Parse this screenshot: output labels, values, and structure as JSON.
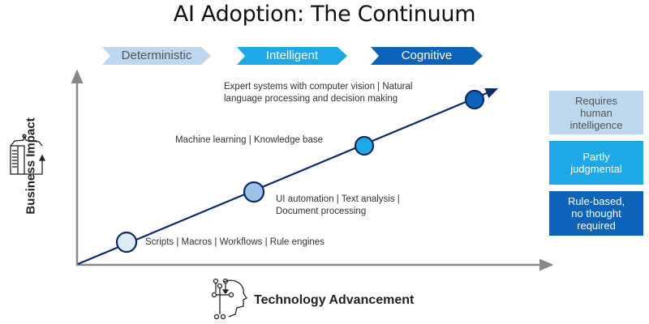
{
  "title": "AI Adoption: The Continuum",
  "stages": [
    {
      "label": "Deterministic",
      "bg": "#bdd7ee",
      "fg": "#555555"
    },
    {
      "label": "Intelligent",
      "bg": "#1fa8e6",
      "fg": "#ffffff"
    },
    {
      "label": "Cognitive",
      "bg": "#0d63b8",
      "fg": "#ffffff"
    }
  ],
  "axes": {
    "y_label": "Business Impact",
    "x_label": "Technology Advancement",
    "y_icon": "building-growth-icon",
    "x_icon": "brain-circuit-head-icon"
  },
  "milestones": [
    {
      "label": "Scripts | Macros | Workflows | Rule engines",
      "fill": "#deebf7"
    },
    {
      "label_line1": "UI automation | Text analysis |",
      "label_line2": "Document processing",
      "fill": "#9dc3e6"
    },
    {
      "label": "Machine learning | Knowledge base",
      "fill": "#1fa8e6"
    },
    {
      "label_line1": "Expert systems with computer vision | Natural",
      "label_line2": "language processing and decision making",
      "fill": "#0d63b8"
    }
  ],
  "legend": [
    {
      "line1": "Requires",
      "line2": "human",
      "line3": "intelligence",
      "bg": "#bdd7ee",
      "fg": "#555555"
    },
    {
      "line1": "Partly",
      "line2": "judgmental",
      "bg": "#1fa8e6",
      "fg": "#ffffff"
    },
    {
      "line1": "Rule-based,",
      "line2": "no thought",
      "line3": "required",
      "bg": "#0d63b8",
      "fg": "#ffffff"
    }
  ],
  "colors": {
    "trend_line": "#0b2a6b",
    "axis": "#888888"
  }
}
